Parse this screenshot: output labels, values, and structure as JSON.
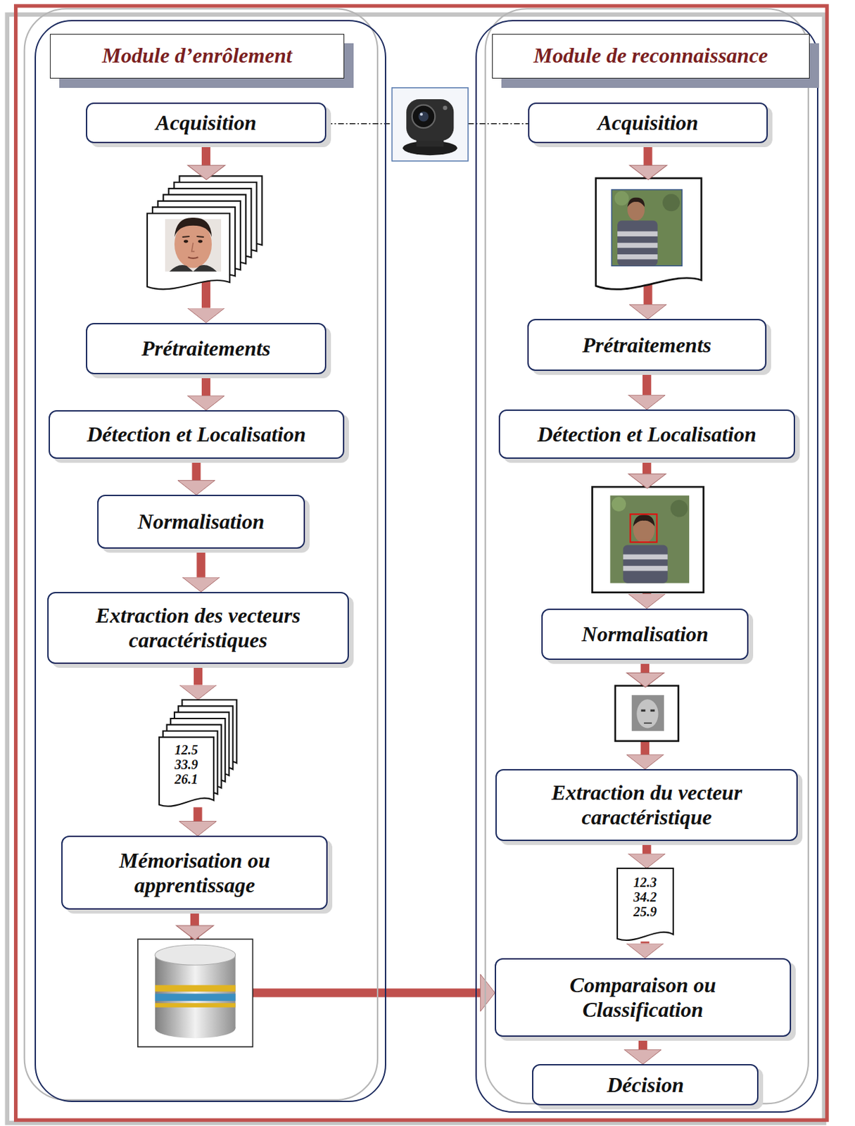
{
  "diagram": {
    "nodes": [
      {
        "text": [
          "Module d’enrôlement"
        ]
      },
      {
        "text": [
          "Acquisition"
        ],
        "in": 0
      },
      {
        "text": [
          "Prétraitements"
        ],
        "in": 0
      },
      {
        "text": [
          "Détection et Localisation"
        ],
        "in": 0
      },
      {
        "text": [
          "Normalisation"
        ],
        "in": 0
      },
      {
        "text": [
          "Extraction des vecteurs caractéristiques"
        ],
        "in": 0
      },
      {
        "text": [
          "12.5 33.9 26.1"
        ],
        "in": 0
      },
      {
        "text": [
          "Mémorisation ou apprentissage"
        ],
        "in": 0
      },
      {
        "text": [
          "Module de reconnaissance"
        ]
      },
      {
        "text": [
          "Acquisition"
        ],
        "in": 8
      },
      {
        "text": [
          "Prétraitements"
        ],
        "in": 8
      },
      {
        "text": [
          "Détection et Localisation"
        ],
        "in": 8
      },
      {
        "text": [
          "Normalisation"
        ],
        "in": 8
      },
      {
        "text": [
          "Extraction du vecteur caractéristique"
        ],
        "in": 8
      },
      {
        "text": [
          "12.3 34.2 25.9"
        ],
        "in": 8
      },
      {
        "text": [
          "Comparaison ou Classification"
        ],
        "in": 8
      },
      {
        "text": [
          "Décision"
        ],
        "in": 8
      }
    ],
    "edges": [
      {
        "from": 1,
        "to": 2,
        "arrow": "to"
      },
      {
        "from": 2,
        "to": 3,
        "arrow": "to"
      },
      {
        "from": 3,
        "to": 4,
        "arrow": "to"
      },
      {
        "from": 4,
        "to": 5,
        "arrow": "to"
      },
      {
        "from": 5,
        "to": 6,
        "arrow": "to"
      },
      {
        "from": 6,
        "to": 7,
        "arrow": "to"
      },
      {
        "from": 7,
        "to": 15,
        "arrow": "to"
      },
      {
        "from": 9,
        "to": 10,
        "arrow": "to"
      },
      {
        "from": 10,
        "to": 11,
        "arrow": "to"
      },
      {
        "from": 11,
        "to": 12,
        "arrow": "to"
      },
      {
        "from": 12,
        "to": 13,
        "arrow": "to"
      },
      {
        "from": 13,
        "to": 14,
        "arrow": "to"
      },
      {
        "from": 14,
        "to": 15,
        "arrow": "to"
      },
      {
        "from": 15,
        "to": 16,
        "arrow": "to"
      }
    ]
  }
}
